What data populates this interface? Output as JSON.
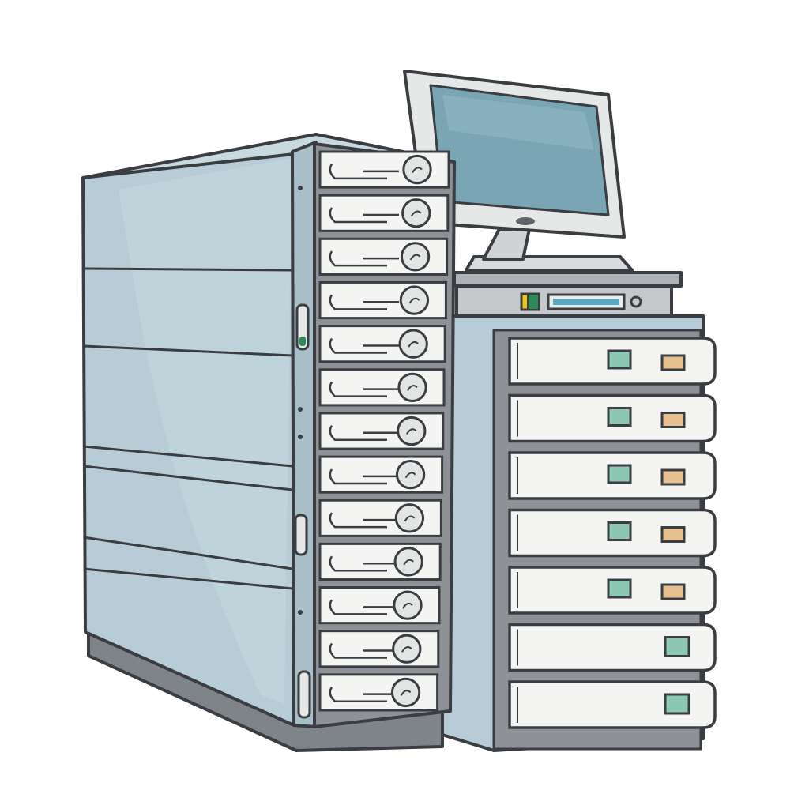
{
  "illustration": {
    "colors": {
      "background": "#ffffff",
      "outline": "#3a3d42",
      "cabinet_steel_blue": "#b7ccd6",
      "cabinet_steel_blue_dark": "#9fb6c2",
      "drawer_white": "#f4f5f3",
      "drawer_frame_grey": "#8e9296",
      "monitor_screen": "#7aa5b4",
      "monitor_bezel": "#e6e8e7",
      "status_light_teal": "#8cc7b3",
      "status_label_tan": "#e6c08e",
      "plinth_grey": "#7f8488",
      "indicator_green": "#2e8b57",
      "indicator_yellow": "#f0c419",
      "display_strip_blue": "#5aa7c2"
    },
    "icons": [
      "storage-cabinet-icon",
      "server-tower-icon",
      "monitor-icon",
      "disk-drive-icon",
      "door-handle-icon",
      "status-light-icon",
      "power-button-icon"
    ],
    "left_cabinet_drive_bays": 13,
    "right_tower_drawers": 7,
    "right_tower_drawers_with_labels": 5
  }
}
